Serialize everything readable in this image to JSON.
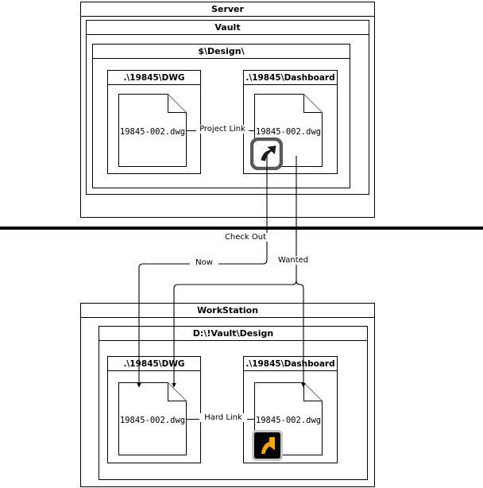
{
  "diagram": {
    "title_server": "Server",
    "title_workstation": "WorkStation"
  },
  "server": {
    "label": "Server",
    "vault": {
      "label": "Vault",
      "design": {
        "label": "$\\Design\\",
        "folders": [
          {
            "label": ".\\19845\\DWG",
            "file": "19845-002.dwg",
            "icon": null
          },
          {
            "label": ".\\19845\\Dashboard",
            "file": "19845-002.dwg",
            "icon": "shortcut-arrow-gray-icon"
          }
        ],
        "link_label": "Project Link"
      }
    }
  },
  "workstation": {
    "label": "WorkStation",
    "design": {
      "label": "D:\\!Vault\\Design",
      "folders": [
        {
          "label": ".\\19845\\DWG",
          "file": "19845-002.dwg",
          "icon": null
        },
        {
          "label": ".\\19845\\Dashboard",
          "file": "19845-002.dwg",
          "icon": "shortcut-arrow-orange-icon"
        }
      ],
      "link_label": "Hard Link"
    }
  },
  "transfer": {
    "checkout_label": "Check Out",
    "now_label": "Now",
    "wanted_label": "Wanted"
  },
  "colors": {
    "stroke": "#000000",
    "background": "#ffffff",
    "fold_line": "#808080",
    "shortcut_gray_border": "#595959",
    "shortcut_orange": "#f5a800",
    "shortcut_black": "#000000",
    "shortcut_outer_gray": "#bfbfbf"
  }
}
